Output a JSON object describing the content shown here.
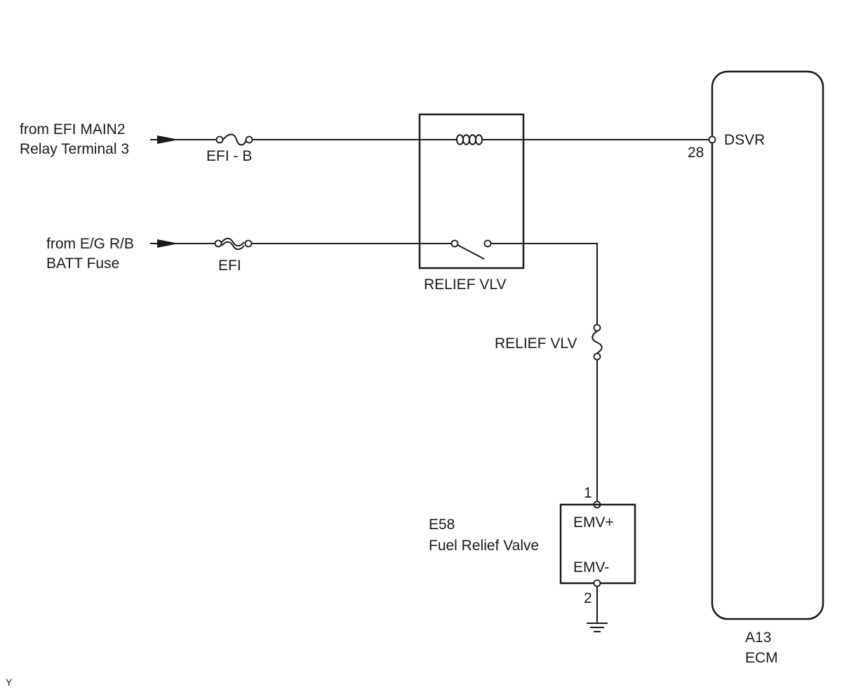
{
  "sources": {
    "efi_main2_line1": "from EFI MAIN2",
    "efi_main2_line2": "Relay Terminal 3",
    "eg_rb_line1": "from E/G R/B",
    "eg_rb_line2": "BATT Fuse"
  },
  "fuses": {
    "efi_b": "EFI - B",
    "efi": "EFI",
    "relief_vlv": "RELIEF VLV"
  },
  "relay": {
    "label": "RELIEF VLV"
  },
  "ecm": {
    "pin_number": "28",
    "pin_name": "DSVR",
    "connector": "A13",
    "name": "ECM"
  },
  "valve": {
    "connector": "E58",
    "name": "Fuel Relief Valve",
    "pin1_number": "1",
    "pin1_name": "EMV+",
    "pin2_number": "2",
    "pin2_name": "EMV-"
  },
  "corner_mark": "Y"
}
